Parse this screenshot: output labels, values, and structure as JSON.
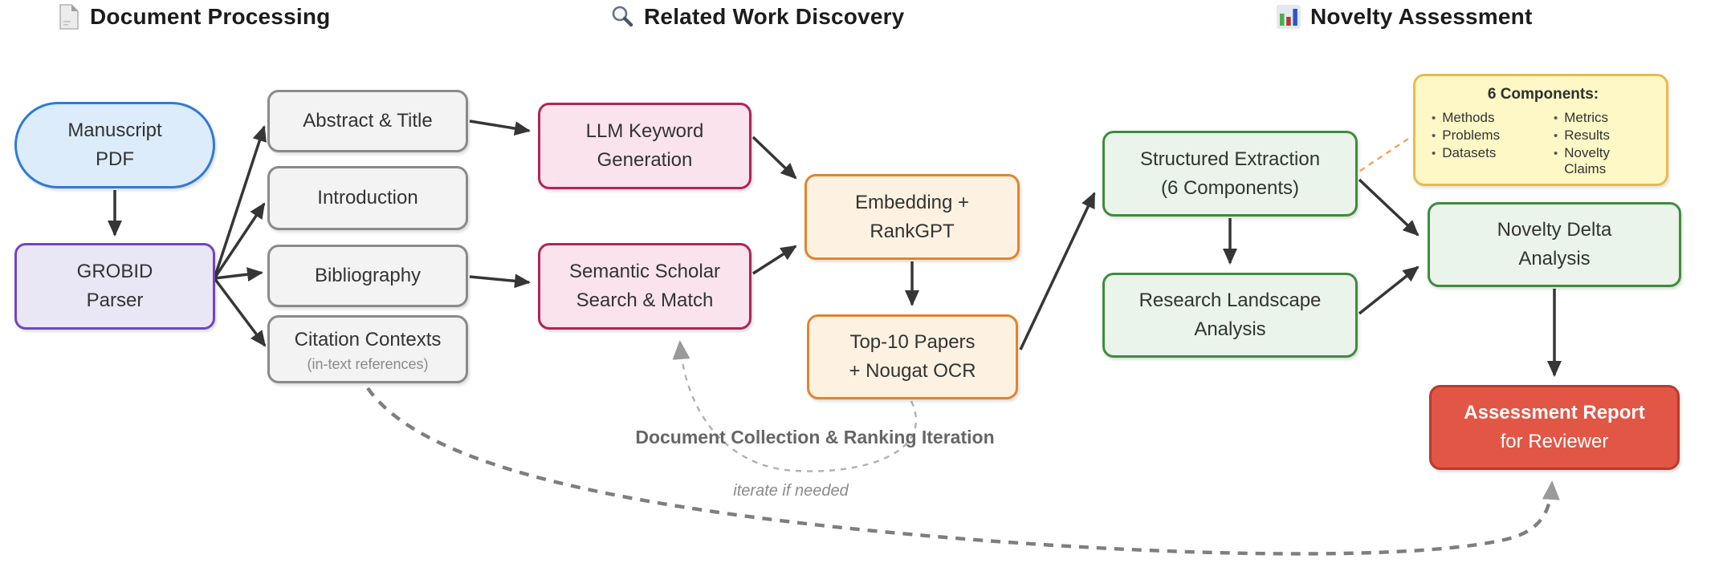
{
  "sections": {
    "document_processing": {
      "label": "Document Processing",
      "icon": "document-icon"
    },
    "related_work_discovery": {
      "label": "Related Work Discovery",
      "icon": "search-icon"
    },
    "novelty_assessment": {
      "label": "Novelty Assessment",
      "icon": "bar-chart-icon"
    }
  },
  "nodes": {
    "manuscript_pdf": {
      "lines": [
        "Manuscript",
        "PDF"
      ]
    },
    "grobid_parser": {
      "lines": [
        "GROBID",
        "Parser"
      ]
    },
    "abstract_title": {
      "lines": [
        "Abstract & Title"
      ]
    },
    "introduction": {
      "lines": [
        "Introduction"
      ]
    },
    "bibliography": {
      "lines": [
        "Bibliography"
      ]
    },
    "citation_contexts": {
      "label": "Citation Contexts",
      "sublabel": "(in-text references)"
    },
    "llm_keyword_generation": {
      "lines": [
        "LLM Keyword",
        "Generation"
      ]
    },
    "semantic_scholar": {
      "lines": [
        "Semantic Scholar",
        "Search & Match"
      ]
    },
    "embedding_rankgpt": {
      "lines": [
        "Embedding +",
        "RankGPT"
      ]
    },
    "top10_nougat": {
      "lines": [
        "Top-10 Papers",
        "+ Nougat OCR"
      ]
    },
    "structured_extraction": {
      "lines": [
        "Structured Extraction",
        "(6 Components)"
      ]
    },
    "research_landscape": {
      "lines": [
        "Research Landscape",
        "Analysis"
      ]
    },
    "novelty_delta": {
      "lines": [
        "Novelty Delta",
        "Analysis"
      ]
    },
    "assessment_report": {
      "title": "Assessment Report",
      "subtitle": "for Reviewer"
    }
  },
  "note": {
    "title": "6 Components:",
    "bullet": "•",
    "left_items": [
      "Methods",
      "Problems",
      "Datasets"
    ],
    "right_items": [
      "Metrics",
      "Results",
      "Novelty Claims"
    ]
  },
  "edge_labels": {
    "iteration": "Document Collection & Ranking Iteration",
    "iterate_hint": "iterate if needed"
  },
  "colors": {
    "input_fill": "#dcecfb",
    "input_border": "#2f7ad6",
    "parser_fill": "#e9e6f6",
    "parser_border": "#6f46c0",
    "section_fill": "#f3f3f3",
    "section_border": "#8a8a8a",
    "llm_fill": "#fae3ec",
    "llm_border": "#b02458",
    "rank_fill": "#fdf2e2",
    "rank_border": "#e2842c",
    "analysis_fill": "#eaf4ea",
    "analysis_border": "#3f8b3f",
    "note_fill": "#fdf8c6",
    "note_border": "#ecb94f",
    "report_fill": "#e25645",
    "report_border": "#b93a2b",
    "edge_dark": "#363636",
    "edge_gray": "#7e7e7e",
    "edge_light": "#b0b0b0",
    "dashed_orange": "#f2a154"
  }
}
